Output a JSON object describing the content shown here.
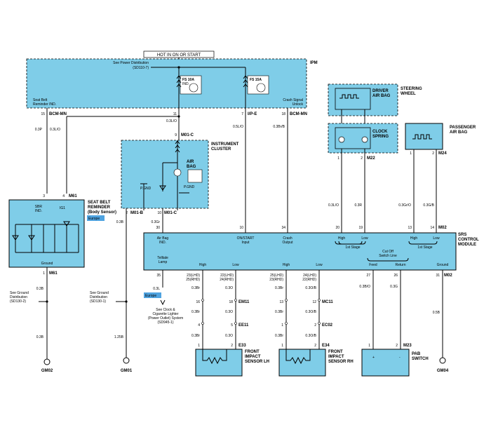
{
  "top_label": "HOT IN ON OR START",
  "ipm": {
    "name": "IPM",
    "power_dist": "See Power Distribution",
    "power_dist_ref": "(SD110-7)",
    "fuse1": "FS 10A",
    "fuse1_sub": "IND.",
    "fuse2": "FS 15A",
    "left_label": "Seat Belt",
    "left_label2": "Reminder IND.",
    "right_label": "Crash Signal",
    "right_label2": "Unlock"
  },
  "connectors": {
    "bcm_mn": "BCM-MN",
    "ipe": "I/P-E",
    "m01c": "M01-C",
    "m01b": "M01-B",
    "m61": "M61",
    "m02": "M02",
    "m22": "M22",
    "m24": "M24",
    "m23": "M23",
    "em11": "EM11",
    "mc11": "MC11",
    "ee11": "EE11",
    "ec02": "EC02",
    "e33": "E33",
    "e34": "E34"
  },
  "pins": {
    "p15": "15",
    "p11": "11",
    "p7": "7",
    "p18": "18",
    "p9": "9",
    "p3": "3",
    "p4": "4",
    "p1": "1",
    "p2": "2",
    "p10": "10",
    "p30": "30",
    "p34": "34",
    "p20": "20",
    "p19": "19",
    "p13": "13",
    "p14": "14",
    "p35": "35",
    "p27": "27",
    "p26": "26",
    "p31": "31",
    "p23l": "23(LHD)",
    "p25r": "25(RHD)",
    "p22l": "22(LHD)",
    "p24r": "24(RHD)",
    "p25l": "25(LHD)",
    "p23r": "23(RHD)",
    "p24l": "24(LHD)",
    "p22r": "22(RHD)",
    "p16": "16",
    "p18b": "18",
    "p13b": "13",
    "p12": "12",
    "p4b": "4",
    "p5": "5"
  },
  "wires": {
    "w03p": "0.3P",
    "w03lo": "0.3L/O",
    "w03lo_b": "0.3L/O",
    "w05lo": "0.5L/O",
    "w03brb": "0.3Br/B",
    "w03b": "0.3B",
    "w03gr": "0.3Gr",
    "w03lo_c": "0.3L/O",
    "w03r": "0.3R",
    "w03gro": "0.3Gr/O",
    "w03gb": "0.3G/B",
    "w03l": "0.3L",
    "w03br1": "0.3Br",
    "w03br2": "0.3Br",
    "w03br3": "0.3Br",
    "w03o1": "0.3O",
    "w03o2": "0.3O",
    "w03o3": "0.3O",
    "w03br_r1": "0.3Br",
    "w03br_r2": "0.3Br",
    "w03br_r3": "0.3Br",
    "w03ob1": "0.3O/B",
    "w03ob2": "0.3O/B",
    "w03ob3": "0.3O/B",
    "w03bo": "0.3B/O",
    "w03g": "0.3G",
    "w05b": "0.5B",
    "w03b_2": "0.3B",
    "w03b_3": "0.3B",
    "w125b": "1.25B"
  },
  "cluster": {
    "title1": "INSTRUMENT",
    "title2": "CLUSTER",
    "airbag1": "AIR",
    "airbag2": "BAG",
    "pgnd1": "P.GND",
    "pgnd2": "P.GND"
  },
  "seatbelt": {
    "title1": "SEAT BELT",
    "title2": "REMINDER",
    "title3": "(Body Sensor)",
    "europe": "Europe",
    "sbr": "SBR",
    "ind": "IND.",
    "ig1": "IG1",
    "ground": "Ground"
  },
  "steering": {
    "title1": "STEERING",
    "title2": "WHEEL",
    "driver1": "DRIVER",
    "driver2": "AIR BAG",
    "clock1": "CLOCK",
    "clock2": "SPRING",
    "pass1": "PASSENGER",
    "pass2": "AIR BAG"
  },
  "srs": {
    "title1": "SRS",
    "title2": "CONTROL",
    "title3": "MODULE",
    "airbag_ind1": "Air Bag",
    "airbag_ind2": "IND.",
    "onstart1": "ON/START",
    "onstart2": "Input",
    "crash1": "Crash",
    "crash2": "Output",
    "high": "High",
    "low": "Low",
    "stage": "1st Stage",
    "telltale1": "Telltale",
    "telltale2": "Lamp",
    "cutoff1": "Cut Off",
    "cutoff2": "Switch Line",
    "feed": "Feed",
    "return": "Return",
    "ground": "Ground"
  },
  "clock_ref": {
    "europe": "Europe",
    "l1": "See Clock &",
    "l2": "Cigarette Lighter",
    "l3": "(Power Outlet) System",
    "l4": "(SD945-1)"
  },
  "ground_refs": {
    "g1a": "See Ground",
    "g1b": "Distribution",
    "g1c": "(SD130-2)",
    "g2a": "See Ground",
    "g2b": "Distribution",
    "g2c": "(SD130-1)",
    "gm02": "GM02",
    "gm01": "GM01",
    "gm04": "GM04"
  },
  "sensors": {
    "lh1": "FRONT",
    "lh2": "IMPACT",
    "lh3": "SENSOR LH",
    "rh1": "FRONT",
    "rh2": "IMPACT",
    "rh3": "SENSOR RH",
    "pab1": "PAB",
    "pab2": "SWITCH",
    "plus": "+",
    "minus": "-"
  },
  "colors": {
    "module_fill": "#7fcde8",
    "europe_fill": "#4fa3e0"
  }
}
